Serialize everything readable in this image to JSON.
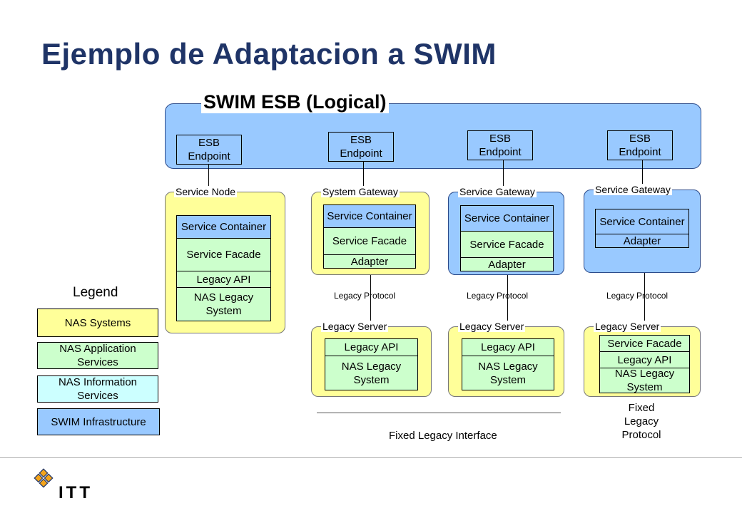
{
  "slide": {
    "title": "Ejemplo de Adaptacion a SWIM"
  },
  "esb": {
    "title": "SWIM ESB (Logical)",
    "endpoint_label": "ESB Endpoint"
  },
  "groups": {
    "service_node": {
      "label": "Service Node",
      "service_container": "Service Container",
      "service_facade": "Service Facade",
      "legacy_api": "Legacy API",
      "nas_legacy": "NAS Legacy System"
    },
    "system_gateway": {
      "label": "System Gateway",
      "service_container": "Service Container",
      "service_facade": "Service Facade",
      "adapter": "Adapter"
    },
    "service_gateway_1": {
      "label": "Service Gateway",
      "service_container": "Service Container",
      "service_facade": "Service Facade",
      "adapter": "Adapter"
    },
    "service_gateway_2": {
      "label": "Service Gateway",
      "service_container": "Service Container",
      "adapter": "Adapter"
    }
  },
  "protocol_label": "Legacy Protocol",
  "legacy_servers": {
    "server_1": {
      "label": "Legacy Server",
      "legacy_api": "Legacy API",
      "nas_legacy": "NAS Legacy System"
    },
    "server_2": {
      "label": "Legacy Server",
      "legacy_api": "Legacy API",
      "nas_legacy": "NAS Legacy System"
    },
    "server_3": {
      "label": "Legacy Server",
      "service_facade": "Service Facade",
      "legacy_api": "Legacy API",
      "nas_legacy": "NAS Legacy System"
    }
  },
  "annotations": {
    "fixed_legacy_interface": "Fixed Legacy Interface",
    "fixed_legacy_protocol": "Fixed Legacy Protocol"
  },
  "legend": {
    "title": "Legend",
    "items": [
      {
        "label": "NAS Systems",
        "color": "#ffff99"
      },
      {
        "label": "NAS Application Services",
        "color": "#ccffcc"
      },
      {
        "label": "NAS Information Services",
        "color": "#ccffff"
      },
      {
        "label": "SWIM Infrastructure",
        "color": "#99c9ff"
      }
    ]
  },
  "footer": {
    "logo_text": "ITT"
  }
}
